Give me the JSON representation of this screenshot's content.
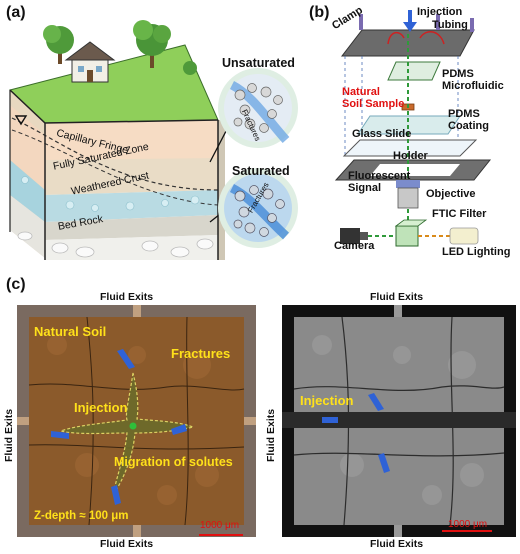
{
  "panel_a": {
    "letter": "(a)",
    "unsaturated": "Unsaturated",
    "saturated": "Saturated",
    "fractures_top": "Fractures",
    "fractures_bottom": "Fractures",
    "layers": [
      "Capillary Fringe",
      "Fully Saturated Zone",
      "Weathered Crust",
      "Bed Rock"
    ]
  },
  "panel_b": {
    "letter": "(b)",
    "clamp": "Clamp",
    "injection": "Injection",
    "tubing": "Tubing",
    "pdms_micro": "PDMS\nMicrofluidic",
    "natural_soil": "Natural\nSoil Sample",
    "pdms_coating": "PDMS\nCoating",
    "glass_slide": "Glass Slide",
    "holder": "Holder",
    "fluorescent": "Fluorescent\nSignal",
    "objective": "Objective",
    "ftic": "FTIC Filter",
    "camera": "Camera",
    "led": "LED Lighting"
  },
  "panel_c": {
    "letter": "(c)",
    "fluid_exits": "Fluid Exits",
    "left": {
      "natural_soil": "Natural Soil",
      "fractures": "Fractures",
      "injection": "Injection",
      "migration": "Migration of solutes",
      "zdepth": "Z-depth ≈ 100 μm",
      "scale": "1000 μm"
    },
    "right": {
      "injection": "Injection",
      "scale": "1000 μm"
    }
  },
  "colors": {
    "label_yellow": "#ffe11a",
    "arrow_blue": "#2f62d6",
    "scale_red": "#e01010",
    "soil_brown": "#8b5a2b"
  }
}
